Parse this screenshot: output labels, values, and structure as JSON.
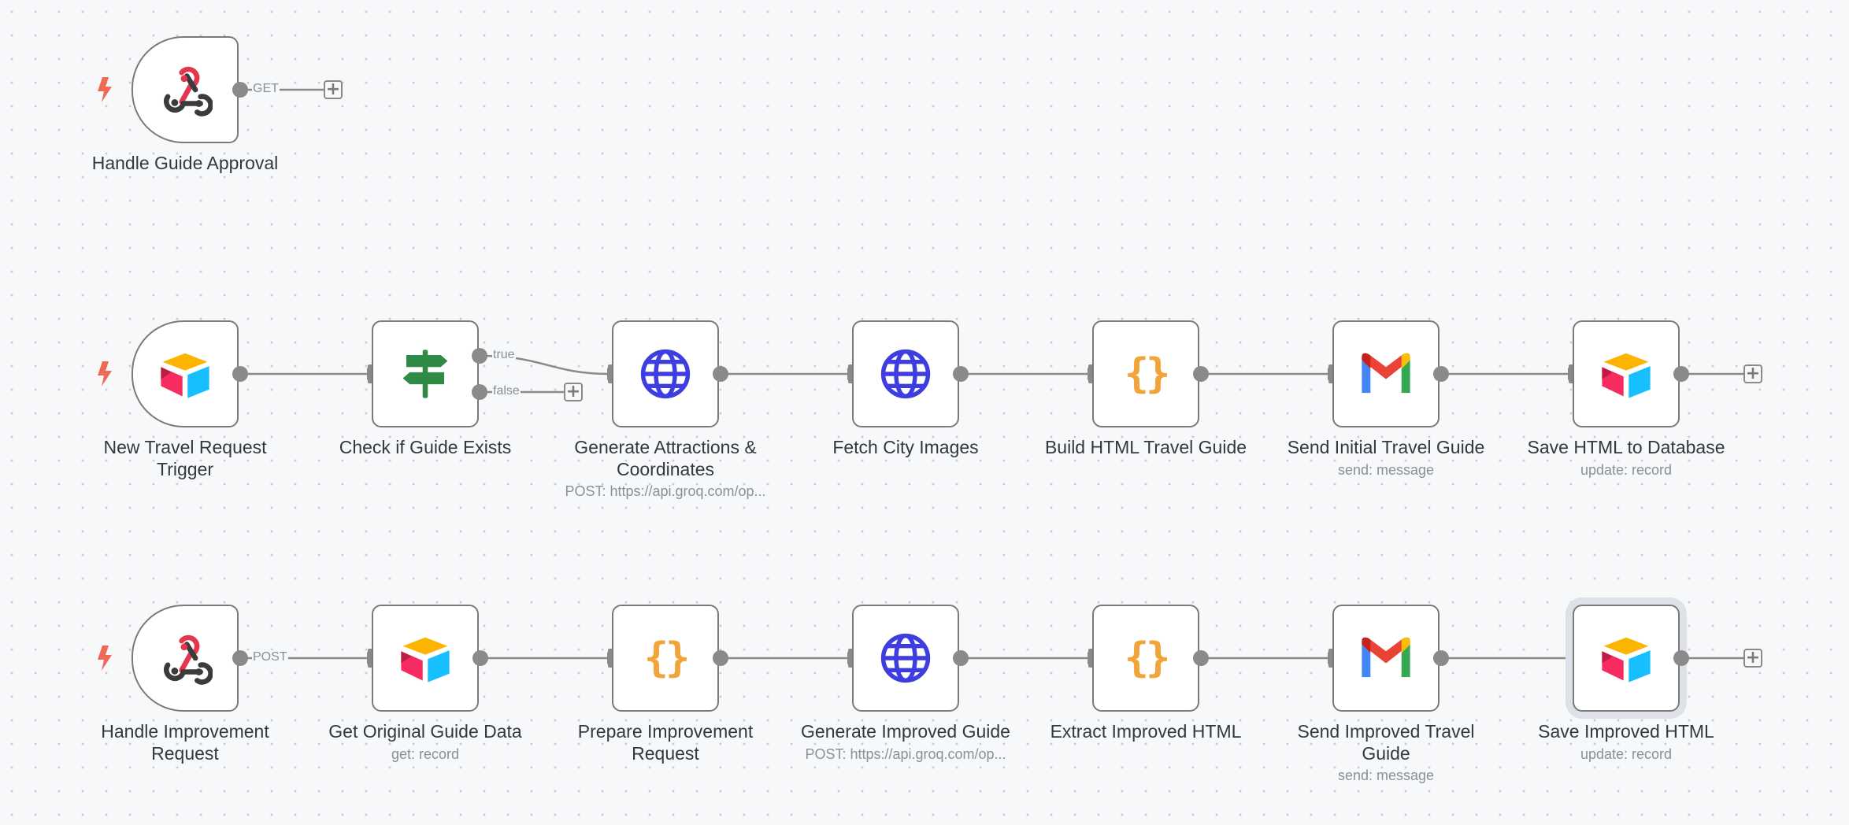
{
  "colors": {
    "edge": "#8a8a8a",
    "trigger_bolt": "#ee6a54",
    "code_braces": "#f2a33a",
    "http_globe": "#3d3de0",
    "if_green": "#2f8a45"
  },
  "nodes": {
    "handle_guide_approval": {
      "label": "Handle Guide Approval",
      "icon": "webhook-icon"
    },
    "new_travel_request_trigger": {
      "label": "New Travel Request\nTrigger",
      "icon": "airtable-icon"
    },
    "check_if_guide_exists": {
      "label": "Check if Guide Exists",
      "icon": "signpost-icon"
    },
    "generate_attractions": {
      "label": "Generate Attractions &\nCoordinates",
      "subtitle": "POST: https://api.groq.com/op...",
      "icon": "globe-icon"
    },
    "fetch_city_images": {
      "label": "Fetch City Images",
      "icon": "globe-icon"
    },
    "build_html_travel_guide": {
      "label": "Build HTML Travel Guide",
      "icon": "code-icon"
    },
    "send_initial_travel_guide": {
      "label": "Send Initial Travel Guide",
      "subtitle": "send: message",
      "icon": "gmail-icon"
    },
    "save_html_to_database": {
      "label": "Save HTML to Database",
      "subtitle": "update: record",
      "icon": "airtable-icon"
    },
    "handle_improvement_request": {
      "label": "Handle Improvement\nRequest",
      "icon": "webhook-icon"
    },
    "get_original_guide_data": {
      "label": "Get Original Guide Data",
      "subtitle": "get: record",
      "icon": "airtable-icon"
    },
    "prepare_improvement_request": {
      "label": "Prepare Improvement\nRequest",
      "icon": "code-icon"
    },
    "generate_improved_guide": {
      "label": "Generate Improved Guide",
      "subtitle": "POST: https://api.groq.com/op...",
      "icon": "globe-icon"
    },
    "extract_improved_html": {
      "label": "Extract Improved HTML",
      "icon": "code-icon"
    },
    "send_improved_travel_guide": {
      "label": "Send Improved Travel\nGuide",
      "subtitle": "send: message",
      "icon": "gmail-icon"
    },
    "save_improved_html": {
      "label": "Save Improved HTML",
      "subtitle": "update: record",
      "icon": "airtable-icon"
    }
  },
  "connection_labels": {
    "get": "GET",
    "true": "true",
    "false": "false",
    "post": "POST"
  },
  "code_glyph": "{}"
}
